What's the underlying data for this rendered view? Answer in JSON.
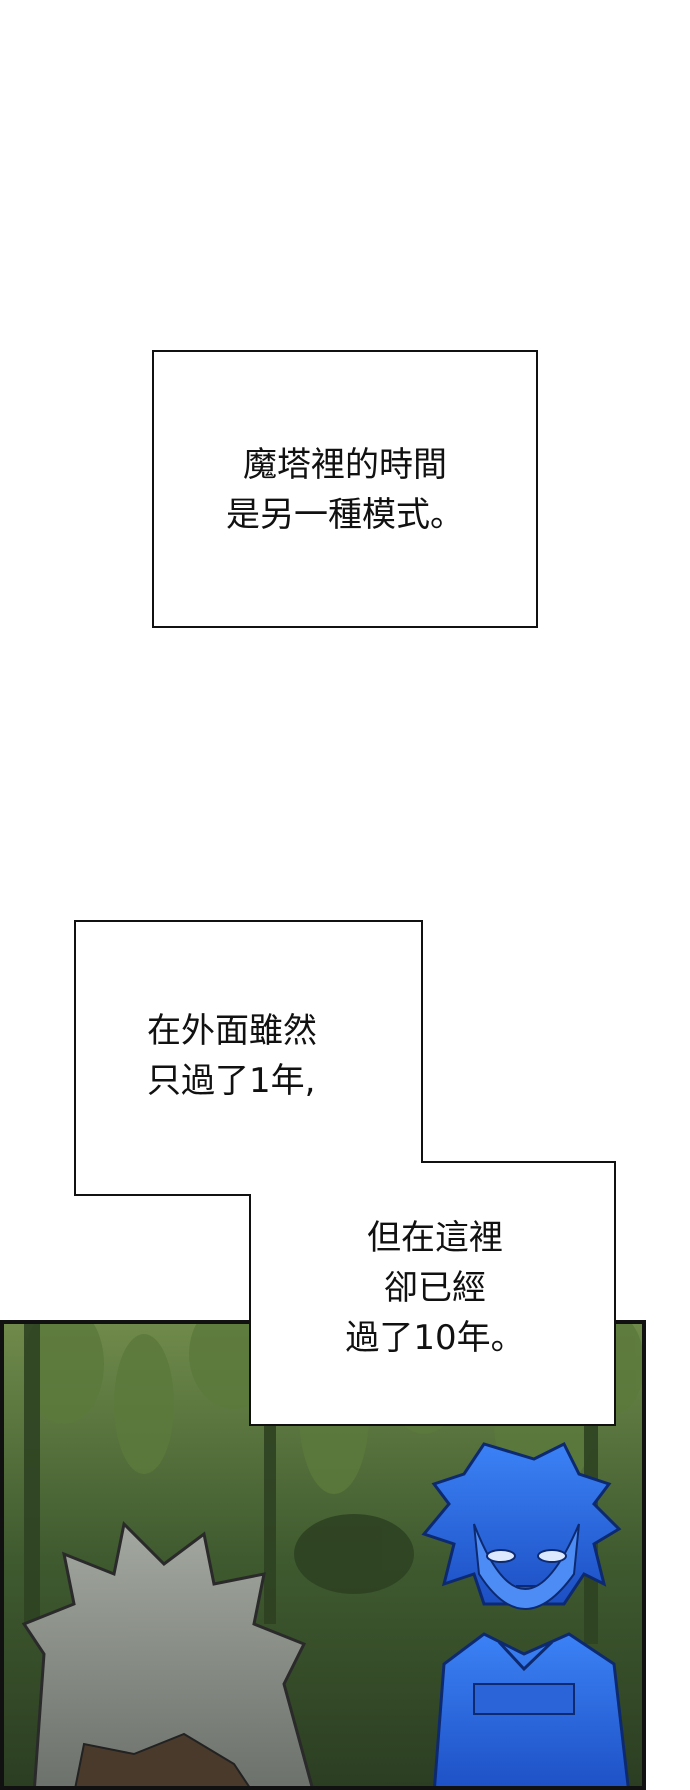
{
  "caption1": {
    "lines": [
      "魔塔裡的時間",
      "是另一種模式。"
    ]
  },
  "caption2": {
    "lines": [
      "在外面雖然",
      "只過了1年,"
    ]
  },
  "caption3": {
    "lines": [
      "但在這裡",
      "卻已經",
      "過了10年。"
    ]
  },
  "colors": {
    "border": "#111111",
    "foliage": "#4f6b35",
    "blue_character": "#2f6fe0",
    "grey_hair": "#8a8f88"
  }
}
